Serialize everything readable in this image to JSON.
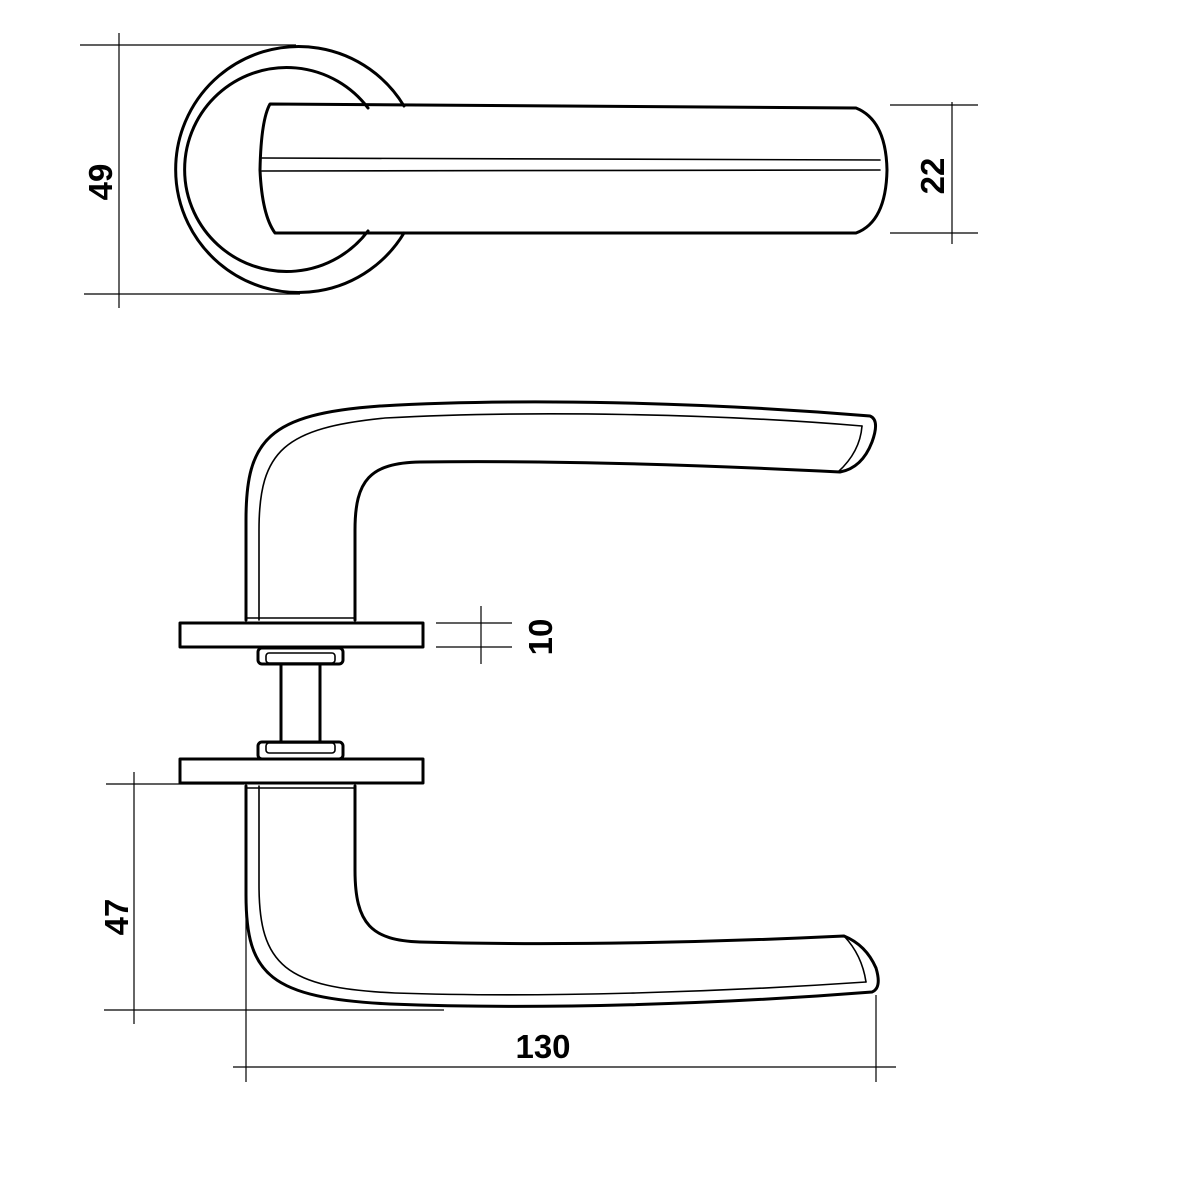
{
  "dimensions": {
    "rose_diameter": "49",
    "lever_width": "22",
    "rose_thickness": "10",
    "lever_height": "47",
    "lever_length": "130"
  }
}
